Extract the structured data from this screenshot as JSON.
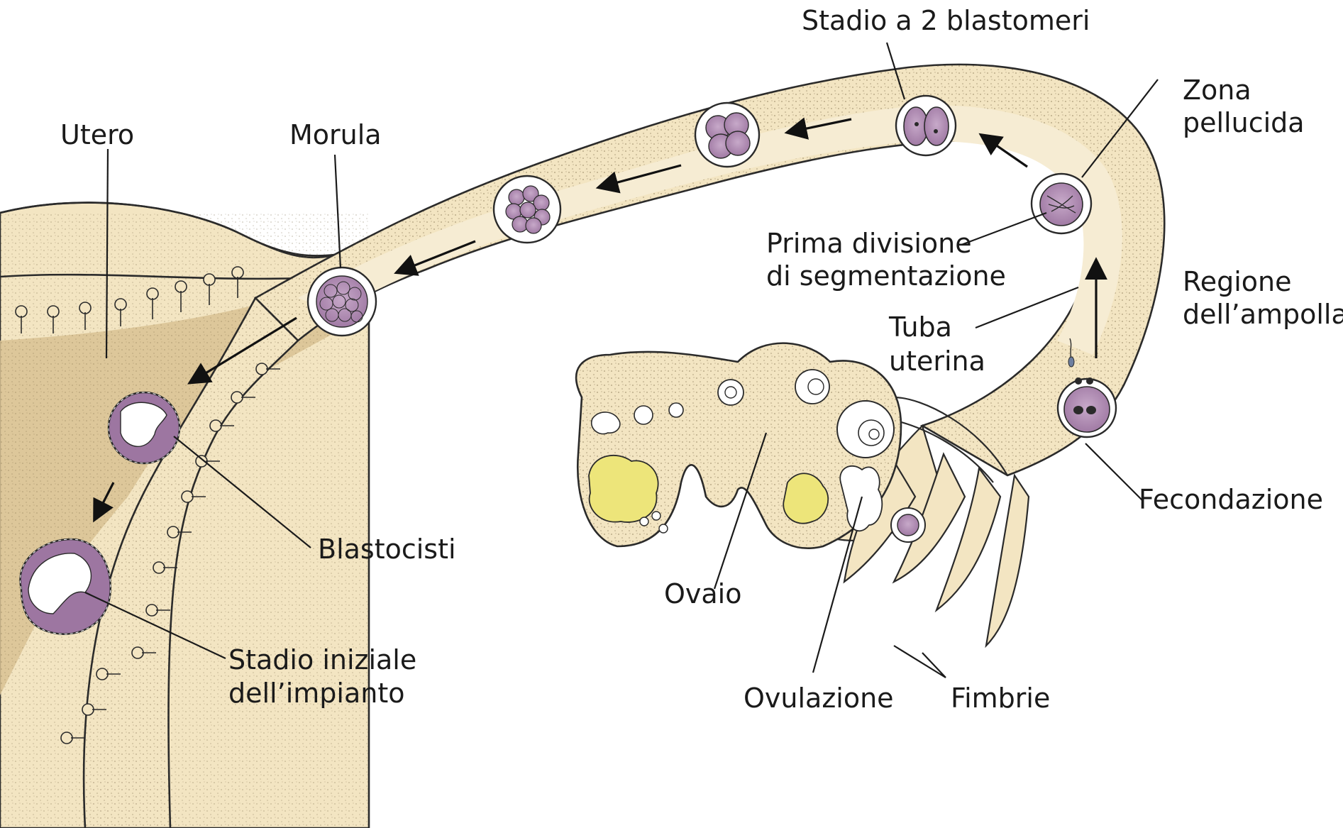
{
  "colors": {
    "tissue": "#f3e5c2",
    "tissue_dark": "#e3cfa0",
    "shade": "#c9b27e",
    "cell_purple": "#b490b7",
    "cell_purple_dark": "#7d5b82",
    "follicle_yellow": "#ede57a",
    "zona_white": "#ffffff",
    "ink": "#1a1a1a"
  },
  "labels": {
    "stadio_2": "Stadio a 2 blastomeri",
    "zona_1": "Zona",
    "zona_2": "pellucida",
    "utero": "Utero",
    "morula": "Morula",
    "prima_1": "Prima divisione",
    "prima_2": "di segmentazione",
    "regione_1": "Regione",
    "regione_2": "dell’ampolla",
    "tuba_1": "Tuba",
    "tuba_2": "uterina",
    "fecondazione": "Fecondazione",
    "blastocisti": "Blastocisti",
    "ovaio": "Ovaio",
    "stadio_iniz_1": "Stadio iniziale",
    "stadio_iniz_2": "dell’impianto",
    "ovulazione": "Ovulazione",
    "fimbrie": "Fimbrie"
  }
}
